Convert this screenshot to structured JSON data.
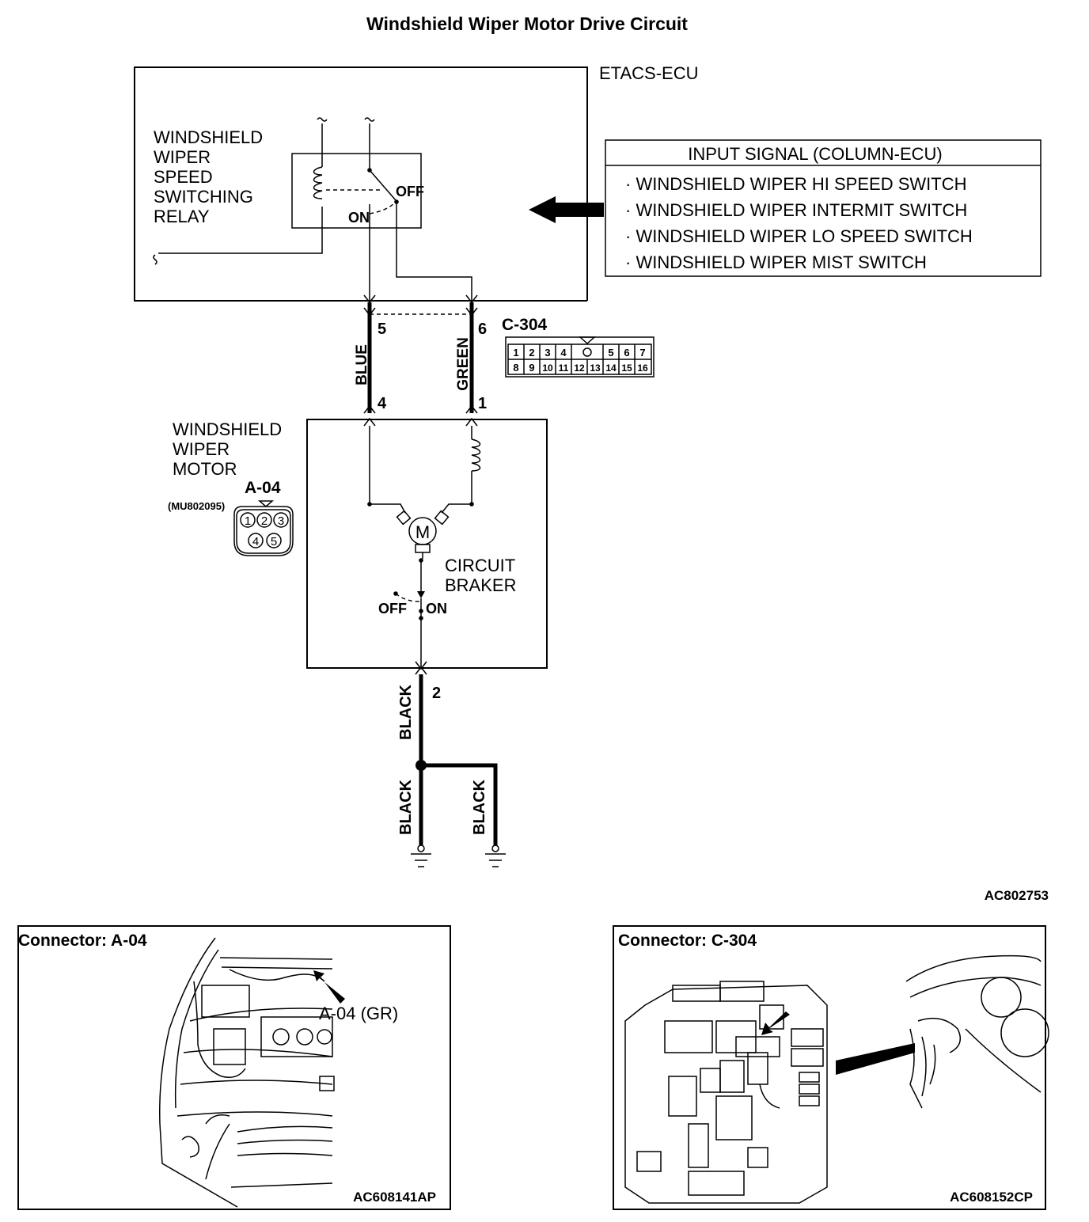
{
  "title": "Windshield Wiper Motor Drive Circuit",
  "ecu": {
    "name": "ETACS-ECU",
    "relay_label": [
      "WINDSHIELD",
      "WIPER",
      "SPEED",
      "SWITCHING",
      "RELAY"
    ],
    "switch_off": "OFF",
    "switch_on": "ON"
  },
  "input_signal": {
    "header": "INPUT SIGNAL (COLUMN-ECU)",
    "items": [
      "· WINDSHIELD WIPER HI SPEED SWITCH",
      "· WINDSHIELD WIPER INTERMIT SWITCH",
      "· WINDSHIELD WIPER LO SPEED SWITCH",
      "· WINDSHIELD WIPER MIST SWITCH"
    ]
  },
  "connector_c304": {
    "name": "C-304",
    "pin_left": "5",
    "pin_right": "6",
    "row1": [
      "1",
      "2",
      "3",
      "4",
      "",
      "5",
      "6",
      "7"
    ],
    "row2": [
      "8",
      "9",
      "10",
      "11",
      "12",
      "13",
      "14",
      "15",
      "16"
    ]
  },
  "wires": {
    "left": "BLUE",
    "right": "GREEN",
    "ground_main": "BLACK",
    "ground_a": "BLACK",
    "ground_b": "BLACK"
  },
  "motor": {
    "label": [
      "WINDSHIELD",
      "WIPER",
      "MOTOR"
    ],
    "connector": "A-04",
    "part_no": "(MU802095)",
    "pins": [
      "1",
      "2",
      "3",
      "4",
      "5"
    ],
    "pin_left": "4",
    "pin_right": "1",
    "pin_bottom": "2",
    "motor_symbol": "M",
    "breaker_label": [
      "CIRCUIT",
      "BRAKER"
    ],
    "breaker_off": "OFF",
    "breaker_on": "ON"
  },
  "figure_code": "AC802753",
  "panel_a04": {
    "title": "Connector: A-04",
    "callout": "A-04 (GR)",
    "code": "AC608141AP"
  },
  "panel_c304": {
    "title": "Connector: C-304",
    "code": "AC608152CP"
  }
}
